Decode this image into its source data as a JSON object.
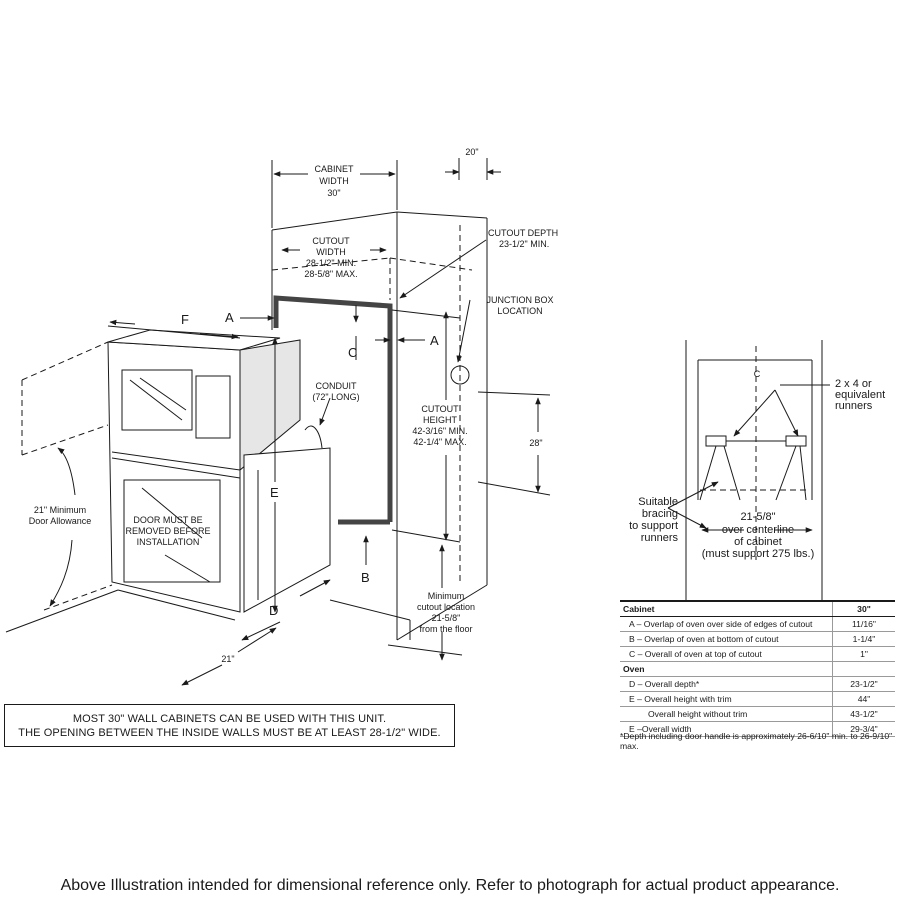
{
  "labels": {
    "cabinet_width": [
      "CABINET",
      "WIDTH",
      "30\""
    ],
    "dim_20": "20\"",
    "cutout_depth": [
      "CUTOUT DEPTH",
      "23-1/2\" MIN."
    ],
    "cutout_width": [
      "CUTOUT",
      "WIDTH",
      "28-1/2\" MIN.",
      "28-5/8\" MAX."
    ],
    "junction_box": [
      "JUNCTION BOX",
      "LOCATION"
    ],
    "letter_a": "A",
    "letter_b": "B",
    "letter_c": "C",
    "letter_d": "D",
    "letter_e": "E",
    "letter_f": "F",
    "conduit": [
      "CONDUIT",
      "(72\" LONG)"
    ],
    "cutout_height": [
      "CUTOUT",
      "HEIGHT",
      "42-3/16\" MIN.",
      "42-1/4\" MAX."
    ],
    "dim_28": "28\"",
    "door_allowance": [
      "21\" Minimum",
      "Door Allowance"
    ],
    "door_removed": [
      "DOOR MUST BE",
      "REMOVED BEFORE",
      "INSTALLATION"
    ],
    "min_cutout_location": [
      "Minimum",
      "cutout location",
      "21-5/8\"",
      "from the floor"
    ],
    "dim_21": "21\"",
    "runner_c": "C",
    "runners": [
      "2 x 4 or",
      "equivalent",
      "runners"
    ],
    "bracing": [
      "Suitable",
      "bracing",
      "to support",
      "runners"
    ],
    "centerline": [
      "21-5/8\"",
      "over centerline",
      "of cabinet",
      "(must support 275 lbs.)"
    ]
  },
  "note": {
    "line1": "MOST 30\" WALL CABINETS CAN BE USED WITH THIS UNIT.",
    "line2": "THE OPENING BETWEEN THE INSIDE WALLS MUST BE AT LEAST 28-1/2\" WIDE."
  },
  "table": {
    "header": {
      "label": "Cabinet",
      "value": "30\""
    },
    "cabinet_rows": [
      {
        "label": "A – Overlap of oven over side of edges of cutout",
        "value": "11/16\""
      },
      {
        "label": "B – Overlap of oven at bottom of cutout",
        "value": "1-1/4\""
      },
      {
        "label": "C – Overall of oven at top of cutout",
        "value": "1\""
      }
    ],
    "oven_header": "Oven",
    "oven_rows": [
      {
        "label": "D – Overall depth*",
        "value": "23-1/2\"",
        "indent": 1
      },
      {
        "label": "E – Overall height with trim",
        "value": "44\"",
        "indent": 1
      },
      {
        "label": "Overall height without trim",
        "value": "43-1/2\"",
        "indent": 2
      },
      {
        "label": "E  –Overall width",
        "value": "29-3/4\"",
        "indent": 1
      }
    ]
  },
  "footnote": "*Depth including door handle is approximately 26-6/10\" min. to 26-9/10\" max.",
  "disclaimer": "Above Illustration intended for dimensional reference only. Refer to photograph for actual product appearance."
}
